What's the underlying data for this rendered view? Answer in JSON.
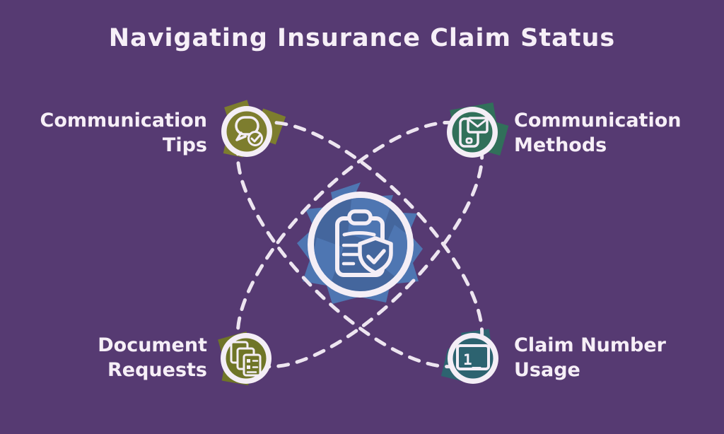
{
  "title": "Navigating Insurance Claim Status",
  "center": {
    "id": "insurance-claim-status",
    "icon": "clipboard-shield-icon"
  },
  "nodes": [
    {
      "id": "communication-tips",
      "label_line1": "Communication",
      "label_line2": "Tips",
      "icon": "chat-check-icon",
      "color": "#7D7D2E",
      "position": "top-left"
    },
    {
      "id": "communication-methods",
      "label_line1": "Communication",
      "label_line2": "Methods",
      "icon": "mobile-email-icon",
      "color": "#31705A",
      "position": "top-right"
    },
    {
      "id": "document-requests",
      "label_line1": "Document",
      "label_line2": "Requests",
      "icon": "document-stack-icon",
      "color": "#6F7527",
      "position": "bottom-left"
    },
    {
      "id": "claim-number-usage",
      "label_line1": "Claim Number",
      "label_line2": "Usage",
      "icon": "claim-number-field-icon",
      "icon_text": "1_",
      "color": "#2D6370",
      "position": "bottom-right"
    }
  ],
  "colors": {
    "background": "#563A72",
    "text": "#F6EFF7",
    "ring_white": "#F4EEF6",
    "dash_white": "#EDE5F0",
    "center_blue": "#44669D",
    "center_blue_light": "#4E76B2",
    "olive": "#7D7D2E",
    "olive_dark": "#6F7527",
    "green": "#31705A",
    "teal": "#2D6370"
  }
}
